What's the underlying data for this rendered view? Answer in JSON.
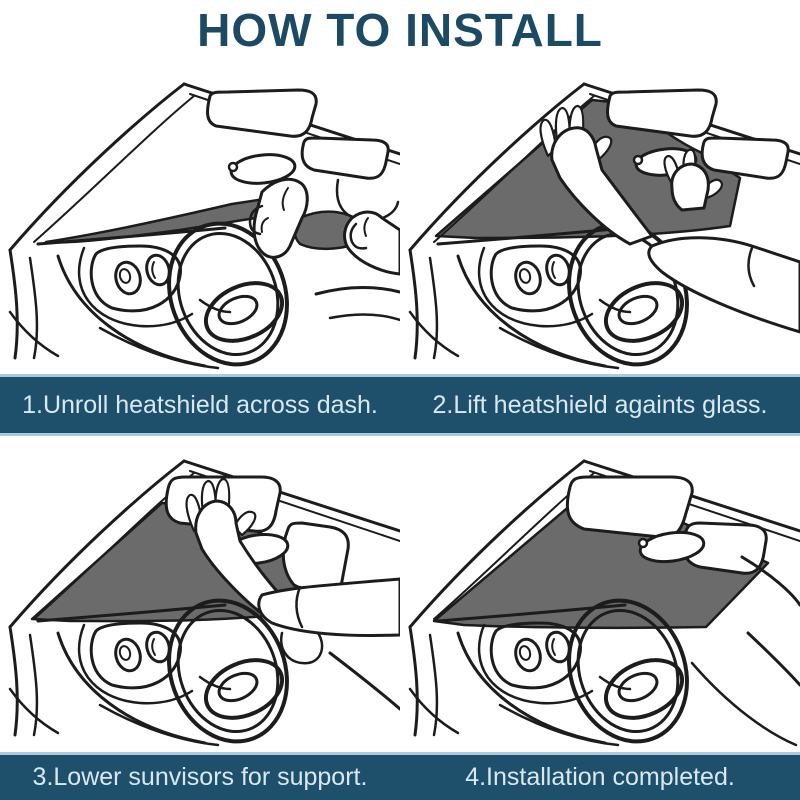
{
  "title": "HOW TO INSTALL",
  "steps": [
    {
      "number": "1",
      "caption": "1.Unroll heatshield across dash.",
      "illustration": "unroll-heatshield-across-dash"
    },
    {
      "number": "2",
      "caption": "2.Lift heatshield againts glass.",
      "illustration": "lift-heatshield-against-glass"
    },
    {
      "number": "3",
      "caption": "3.Lower sunvisors for support.",
      "illustration": "lower-sunvisors-for-support"
    },
    {
      "number": "4",
      "caption": "4.Installation completed.",
      "illustration": "installation-completed"
    }
  ],
  "colors": {
    "background": "#ffffff",
    "title_text": "#1c4a64",
    "caption_bar_bg": "#1f506b",
    "caption_bar_edge": "#a9cbdc",
    "caption_text": "#d7e8f2",
    "sunshade_fill": "#6b6b6b",
    "line_art": "#1c1c1c"
  }
}
